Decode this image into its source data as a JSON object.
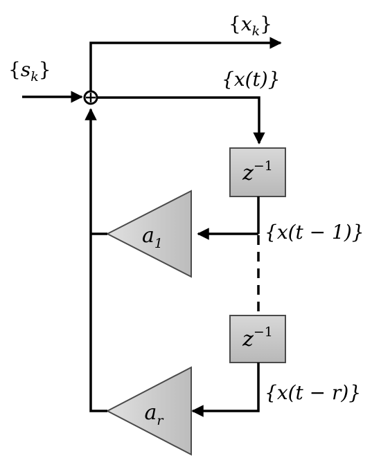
{
  "labels": {
    "output_seq": {
      "open": "{",
      "var": "x",
      "sub": "k",
      "close": "}"
    },
    "input_seq": {
      "open": "{",
      "var": "s",
      "sub": "k",
      "close": "}"
    },
    "x_t": "{x(t)}",
    "x_t_minus_1": "{x(t − 1)}",
    "x_t_minus_r": "{x(t − r)}"
  },
  "delay_blocks": [
    {
      "base": "z",
      "exp": "−1"
    },
    {
      "base": "z",
      "exp": "−1"
    }
  ],
  "gains": [
    {
      "var": "a",
      "sub": "1"
    },
    {
      "var": "a",
      "sub": "r"
    }
  ],
  "colors": {
    "block_fill": "#c8c8c8",
    "block_stroke": "#4a4a4a",
    "wire": "#000000"
  }
}
